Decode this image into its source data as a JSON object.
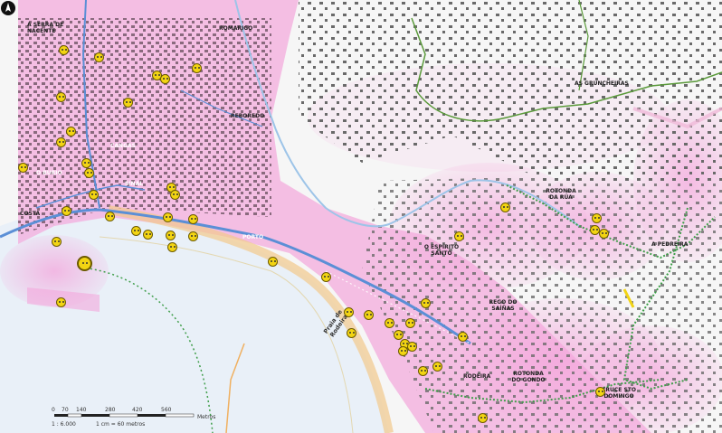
{
  "map": {
    "colors": {
      "water": "#e9f0f8",
      "land": "#f5f5f5",
      "heat": "#f4a6dc",
      "buildings": "#8a6a7e",
      "road_blue": "#5b8fd6",
      "river": "#9dc4e8",
      "green_path": "#5a9a3a",
      "green_dotted": "#3f9e4a",
      "shore": "#f2c98b",
      "marker": "#f2d413"
    },
    "places": [
      {
        "id": "serra-nacente",
        "name": "A SERRA DE\nNACENTE",
        "white": false
      },
      {
        "id": "romarigo",
        "name": "ROMARIGO",
        "white": false
      },
      {
        "id": "as-gruncheiras",
        "name": "AS GRUNCHEIRAS",
        "white": false
      },
      {
        "id": "reboredo",
        "name": "REBOREDO",
        "white": false
      },
      {
        "id": "cangas",
        "name": "CANGAS",
        "white": true
      },
      {
        "id": "o-sinal",
        "name": "SINAL",
        "white": true
      },
      {
        "id": "o-burio",
        "name": "O BURIO",
        "white": true
      },
      {
        "id": "costa",
        "name": "COSTA",
        "white": false
      },
      {
        "id": "porto",
        "name": "PORTO",
        "white": true
      },
      {
        "id": "o-espirito-santo",
        "name": "O ESPÍRITO\nSANTO",
        "white": false
      },
      {
        "id": "rotonda-da-rua",
        "name": "ROTONDA\nDA RÚA",
        "white": false
      },
      {
        "id": "a-pedreira",
        "name": "A PEDREIRA",
        "white": false
      },
      {
        "id": "rego-do-sainas",
        "name": "REGO DO\nSAÍÑAS",
        "white": false
      },
      {
        "id": "rodeira",
        "name": "RODEIRA",
        "white": false
      },
      {
        "id": "rotonda-do-gondo",
        "name": "ROTONDA\nDO GONDO",
        "white": false
      },
      {
        "id": "cruce-sto-domingo",
        "name": "CRUCE STO\nDOMINGO",
        "white": false
      }
    ],
    "beach_label": "Praia de\nRodeira",
    "scale_bar": {
      "ticks": [
        "0",
        "70",
        "140",
        "280",
        "420",
        "560"
      ],
      "unit": "Metros",
      "ratio": "1 : 6.000",
      "equivalence": "1 cm = 60 metros"
    }
  }
}
